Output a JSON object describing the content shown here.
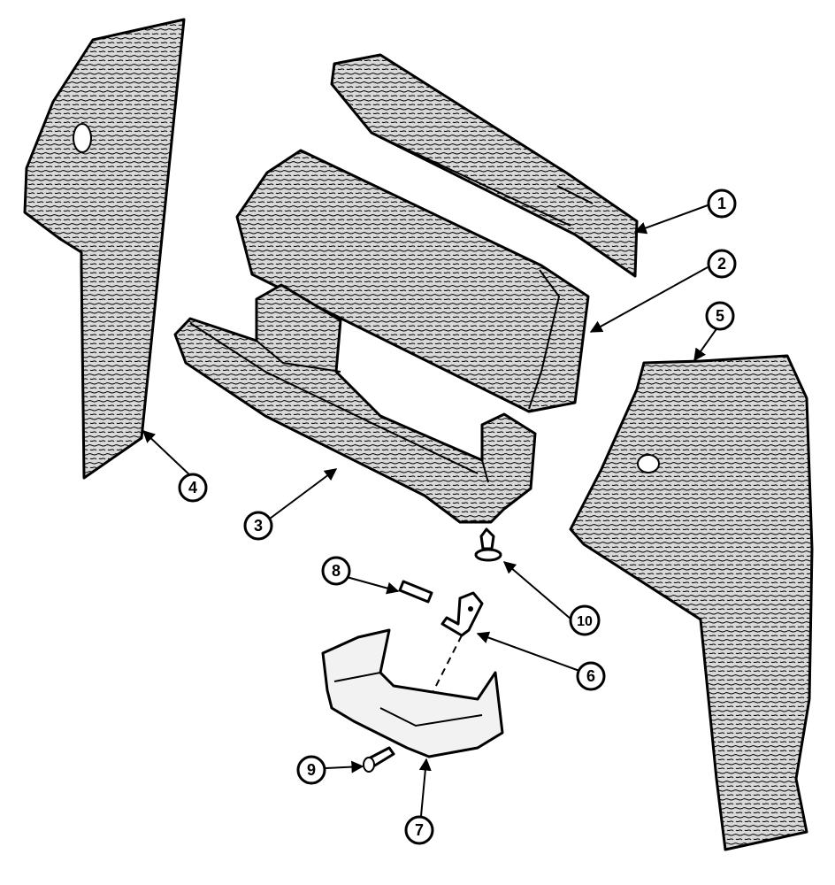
{
  "diagram": {
    "callouts": [
      {
        "id": "1",
        "label": "1"
      },
      {
        "id": "2",
        "label": "2"
      },
      {
        "id": "3",
        "label": "3"
      },
      {
        "id": "4",
        "label": "4"
      },
      {
        "id": "5",
        "label": "5"
      },
      {
        "id": "6",
        "label": "6"
      },
      {
        "id": "7",
        "label": "7"
      },
      {
        "id": "8",
        "label": "8"
      },
      {
        "id": "9",
        "label": "9"
      },
      {
        "id": "10",
        "label": "10"
      }
    ],
    "colors": {
      "line": "#000000",
      "fill_texture": "#d9d9d9",
      "background": "#ffffff"
    }
  }
}
